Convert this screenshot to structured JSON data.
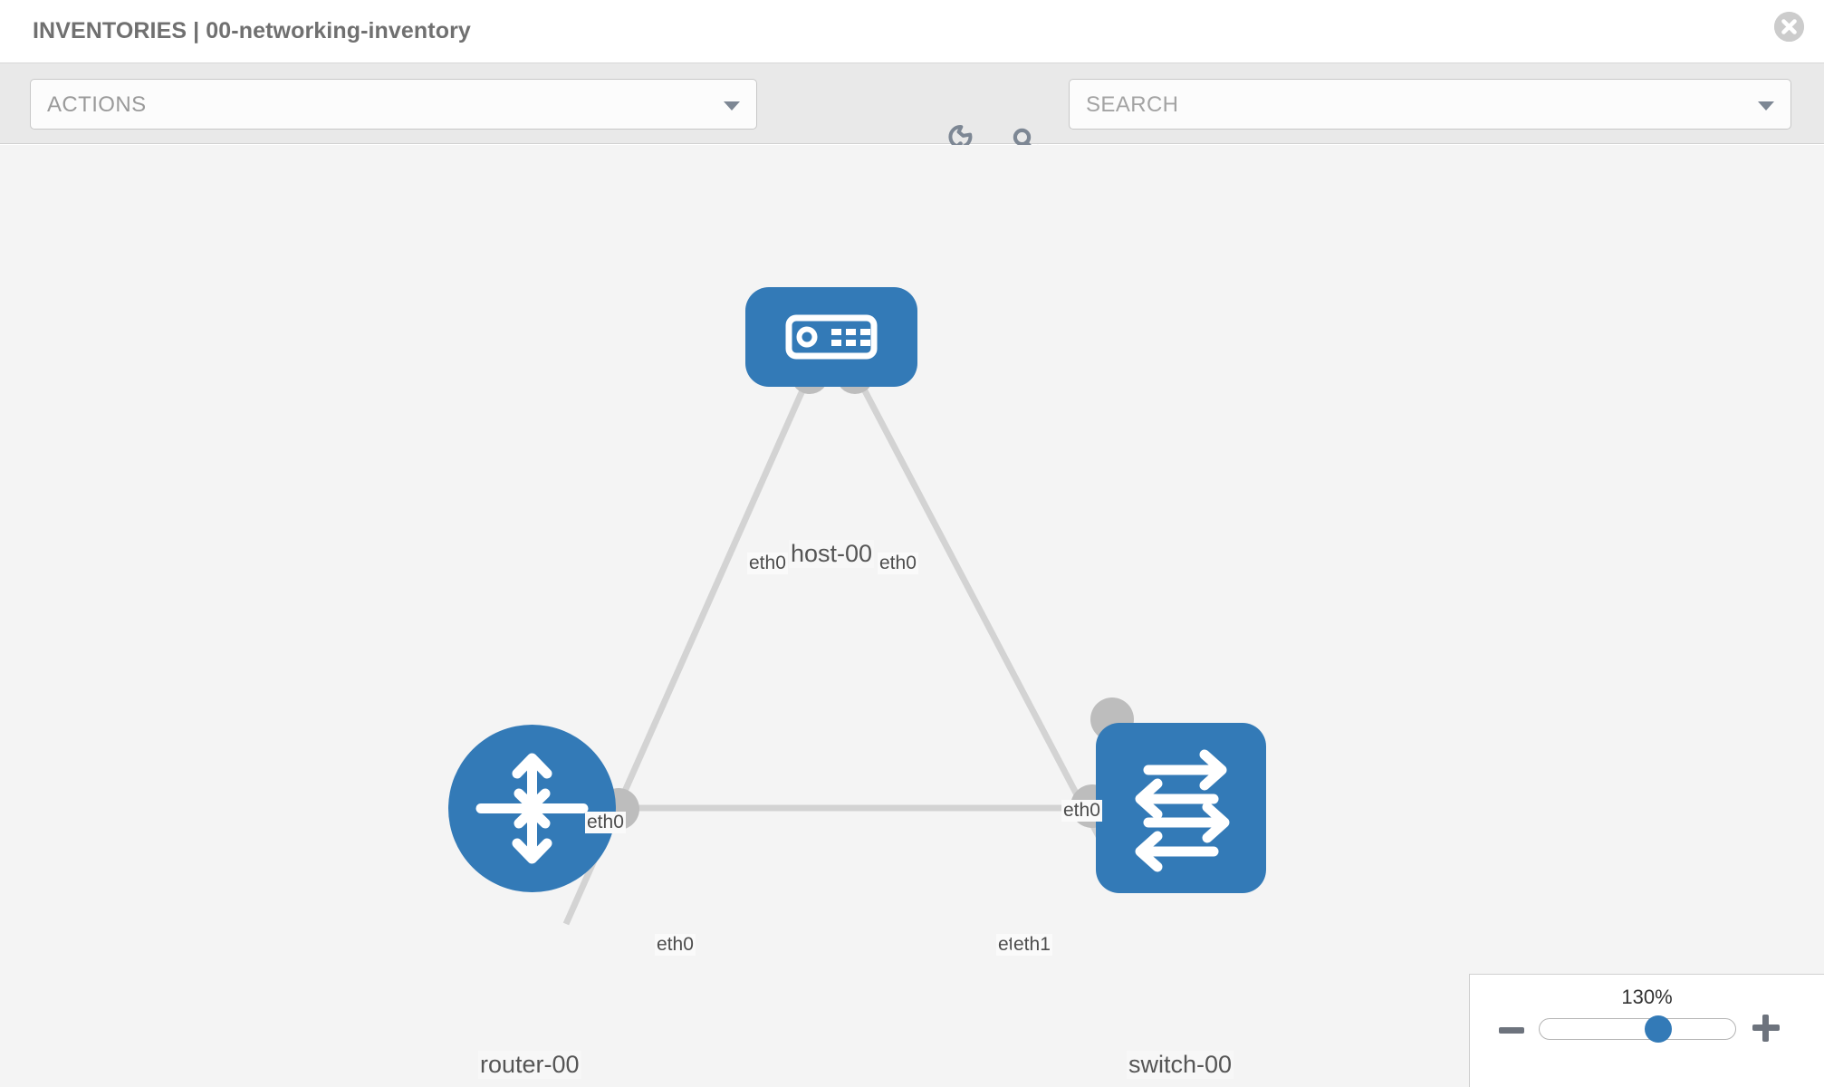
{
  "header": {
    "title": "INVENTORIES | 00-networking-inventory",
    "close_label": "close-icon"
  },
  "toolbar": {
    "actions_label": "ACTIONS",
    "actions_caret": "chevron-down-icon",
    "wrench_label": "wrench-icon",
    "key_label": "key-icon",
    "search_placeholder": "SEARCH",
    "search_value": "SEARCH",
    "search_caret": "chevron-down-icon"
  },
  "zoom_control": {
    "value_label": "130%",
    "minus_label": "-",
    "plus_label": "+",
    "percent": 130,
    "thumb_position_pct": 60.5
  },
  "colors": {
    "node_blue": "#337ab7",
    "canvas_bg": "#f4f4f4",
    "toolbar_bg": "#e9e9e9",
    "link_gray": "#d3d3d3",
    "nub_gray": "#bdbdbd",
    "icon_gray": "#7d8794",
    "title_gray": "#707070"
  },
  "topology": {
    "nodes": [
      {
        "id": "host-00",
        "label": "host-00",
        "icon": "server-icon",
        "shape": "rounded-rect"
      },
      {
        "id": "router-00",
        "label": "router-00",
        "icon": "router-icon",
        "shape": "circle"
      },
      {
        "id": "switch-00",
        "label": "switch-00",
        "icon": "switch-icon",
        "shape": "rounded-square"
      }
    ],
    "links": [
      {
        "from": "host-00",
        "to": "router-00",
        "from_port": "eth0",
        "to_port": "eth0"
      },
      {
        "from": "host-00",
        "to": "switch-00",
        "from_port": "eth0",
        "to_port": "eth0"
      },
      {
        "from": "router-00",
        "to": "switch-00",
        "from_port": "eth0",
        "to_port": "eth1"
      }
    ],
    "port_labels": {
      "host_left": "eth0",
      "host_right": "eth0",
      "router_up": "eth0",
      "switch_up": "eth0",
      "router_right": "eth0",
      "switch_left_a": "eth",
      "switch_left_b": "eth1"
    }
  }
}
